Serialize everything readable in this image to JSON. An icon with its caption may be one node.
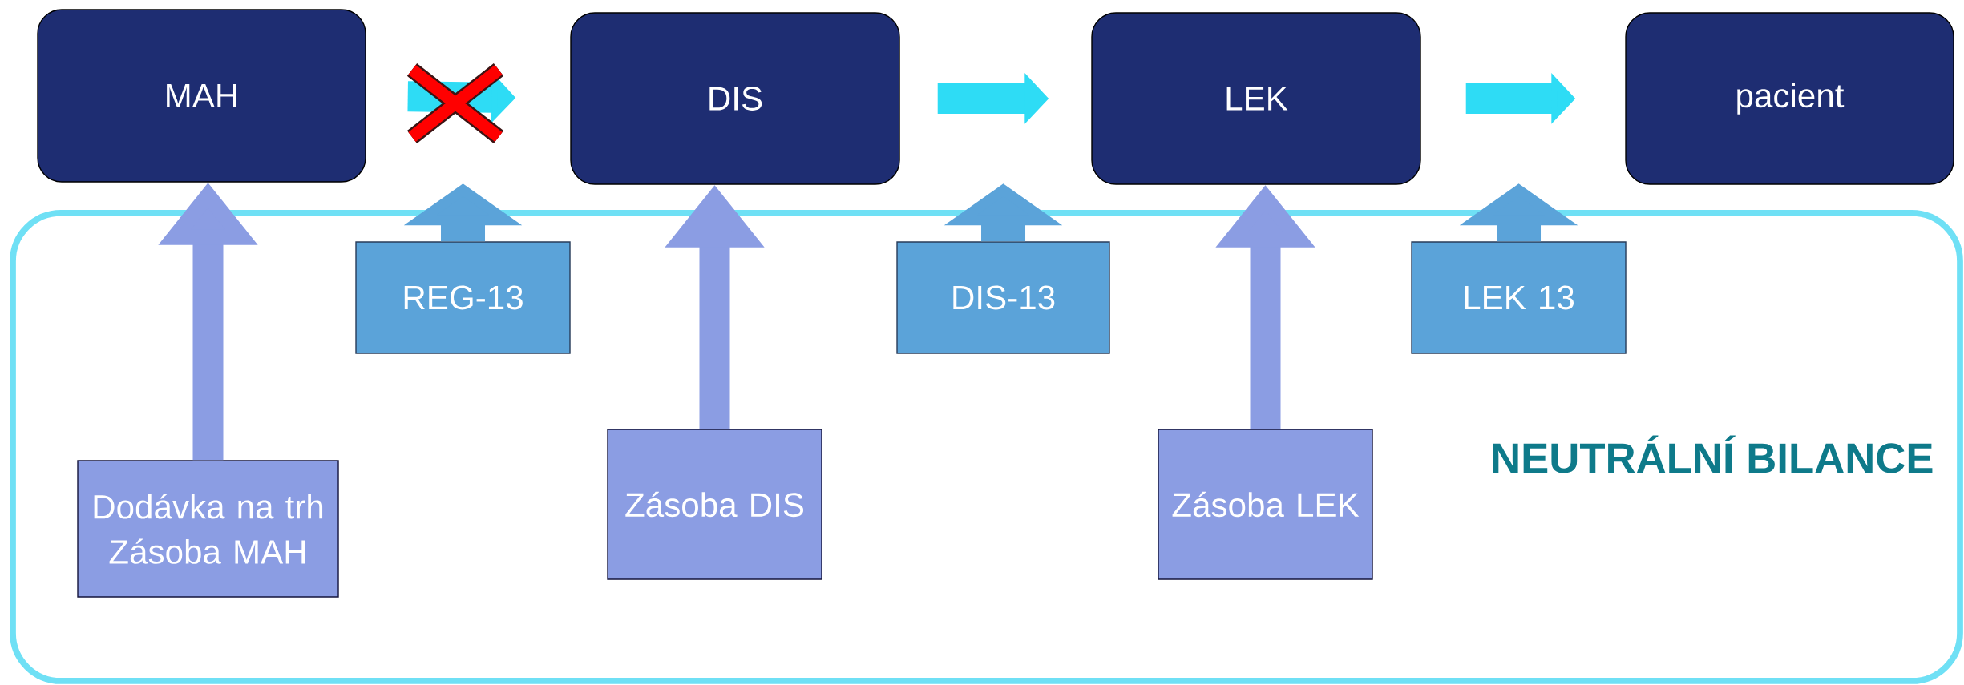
{
  "diagram": {
    "nodes": [
      {
        "text": [
          "MAH"
        ]
      },
      {
        "text": [
          "DIS"
        ]
      },
      {
        "text": [
          "LEK"
        ]
      },
      {
        "text": [
          "pacient"
        ]
      },
      {
        "text": [
          "NEUTRÁLNÍ BILANCE"
        ]
      },
      {
        "text": [
          "REG-13"
        ],
        "in": 4
      },
      {
        "text": [
          "DIS-13"
        ],
        "in": 4
      },
      {
        "text": [
          "LEK 13"
        ],
        "in": 4
      },
      {
        "text": [
          "Dodávka na trh",
          "Zásoba MAH"
        ],
        "in": 4
      },
      {
        "text": [
          "Zásoba DIS"
        ],
        "in": 4
      },
      {
        "text": [
          "Zásoba LEK"
        ],
        "in": 4
      }
    ],
    "edges": [
      {
        "from": 0,
        "to": 1,
        "arrow": "to",
        "color": "#2edcf5"
      },
      {
        "from": 1,
        "to": 2,
        "arrow": "to",
        "color": "#2edcf5"
      },
      {
        "from": 2,
        "to": 3,
        "arrow": "to",
        "color": "#2edcf5"
      },
      {
        "from": 8,
        "to": 0,
        "arrow": "to",
        "color": "#8b9de3"
      },
      {
        "from": 9,
        "to": 1,
        "arrow": "to",
        "color": "#8b9de3"
      },
      {
        "from": 10,
        "to": 2,
        "arrow": "to",
        "color": "#8b9de3"
      },
      {
        "from": 5,
        "to": null,
        "arrow": "to",
        "color": "#5ba3d9"
      },
      {
        "from": 6,
        "to": null,
        "arrow": "to",
        "color": "#5ba3d9"
      },
      {
        "from": 7,
        "to": null,
        "arrow": "to",
        "color": "#5ba3d9"
      }
    ]
  }
}
